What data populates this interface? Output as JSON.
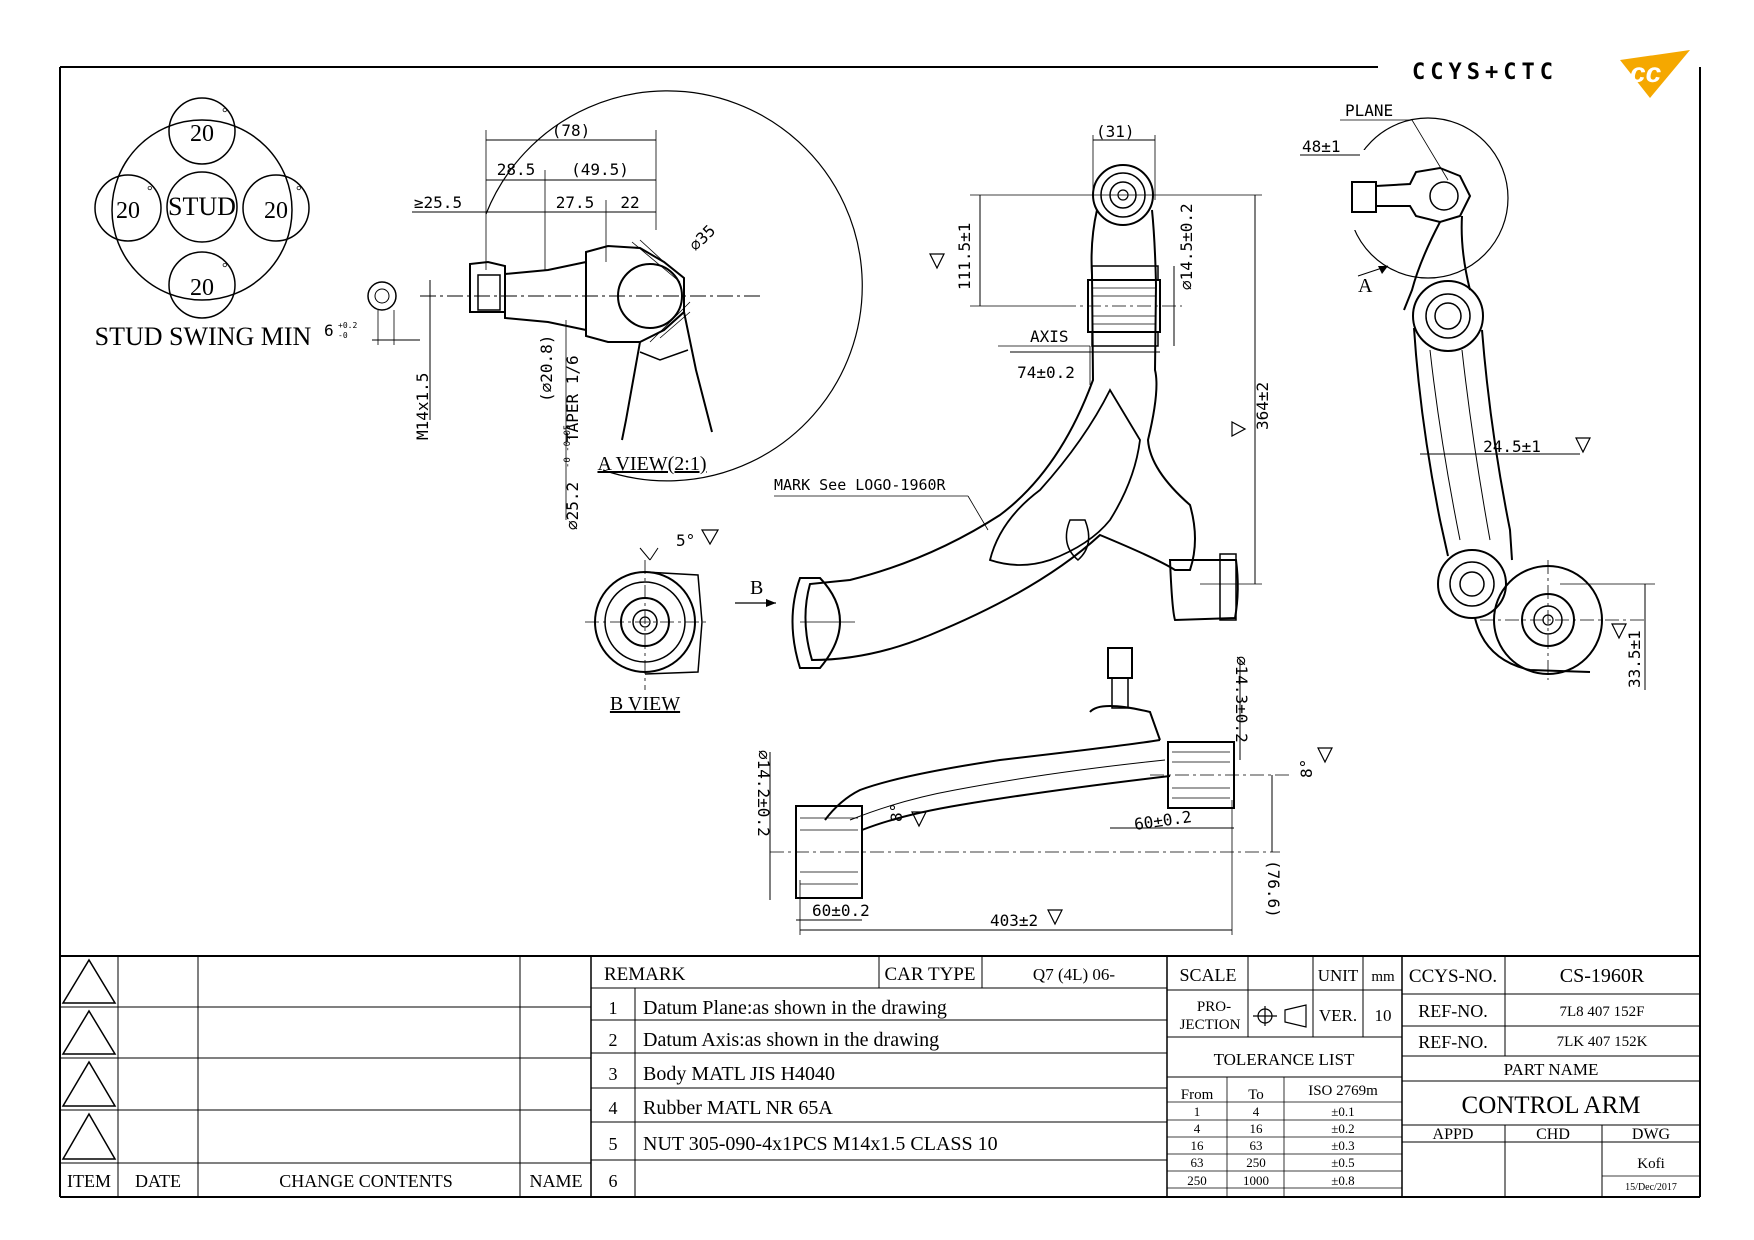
{
  "logo": {
    "text": "CCYS+CTC",
    "accent_color": "#f5a800"
  },
  "stud_swing": {
    "title": "STUD SWING MIN",
    "center": "STUD",
    "top": "20",
    "left": "20",
    "right": "20",
    "bottom": "20",
    "degree": "°"
  },
  "a_view": {
    "label": "A VIEW(2:1)",
    "dims": {
      "d78": "(78)",
      "d28_5": "28.5",
      "d49_5": "(49.5)",
      "d25_5": "≥25.5",
      "d27_5": "27.5",
      "d22": "22",
      "d35": "∅35",
      "d6": "6",
      "d6_tol_up": "+0.2",
      "d6_tol_dn": "-0",
      "m14": "M14x1.5",
      "d20_8": "(∅20.8)",
      "taper": "TAPER 1/6",
      "d25_2": "∅25.2",
      "d25_2_tol": "-0 -0.05"
    }
  },
  "b_view": {
    "label": "B VIEW",
    "angle": "5°",
    "arrow": "B"
  },
  "top_view": {
    "dims": {
      "d31": "(31)",
      "d111_5": "111.5±1",
      "d14_5": "∅14.5±0.2",
      "axis": "AXIS",
      "d74": "74±0.2",
      "d364": "364±2",
      "mark": "MARK See LOGO-1960R"
    }
  },
  "side_view": {
    "dims": {
      "plane": "PLANE",
      "d48": "48±1",
      "a": "A",
      "d24_5": "24.5±1",
      "d33_5": "33.5±1"
    }
  },
  "front_view": {
    "dims": {
      "d14_3": "∅14.3±0.2",
      "d14_2": "∅14.2±0.2",
      "d8a": "8°",
      "d8b": "8°",
      "d60a": "60±0.2",
      "d60b": "60±0.2",
      "d76_6": "(76.6)",
      "d403": "403±2"
    }
  },
  "title_block": {
    "revision_headers": {
      "item": "ITEM",
      "date": "DATE",
      "change": "CHANGE CONTENTS",
      "name": "NAME"
    },
    "remark_label": "REMARK",
    "car_type_label": "CAR TYPE",
    "car_type_value": "Q7 (4L) 06-",
    "remarks": [
      {
        "n": "1",
        "text": "Datum Plane:as shown in the drawing"
      },
      {
        "n": "2",
        "text": "Datum Axis:as shown in the drawing"
      },
      {
        "n": "3",
        "text": "Body MATL JIS H4040"
      },
      {
        "n": "4",
        "text": "Rubber MATL NR 65A"
      },
      {
        "n": "5",
        "text": "NUT 305-090-4x1PCS M14x1.5 CLASS 10"
      },
      {
        "n": "6",
        "text": ""
      }
    ],
    "scale_label": "SCALE",
    "unit_label": "UNIT",
    "unit_value": "mm",
    "projection_label_1": "PRO-",
    "projection_label_2": "JECTION",
    "ver_label": "VER.",
    "ver_value": "10",
    "tolerance_title": "TOLERANCE LIST",
    "tolerance_headers": {
      "from": "From",
      "to": "To",
      "iso": "ISO 2769m"
    },
    "tolerances": [
      {
        "from": "1",
        "to": "4",
        "tol": "±0.1"
      },
      {
        "from": "4",
        "to": "16",
        "tol": "±0.2"
      },
      {
        "from": "16",
        "to": "63",
        "tol": "±0.3"
      },
      {
        "from": "63",
        "to": "250",
        "tol": "±0.5"
      },
      {
        "from": "250",
        "to": "1000",
        "tol": "±0.8"
      }
    ],
    "ccys_no_label": "CCYS-NO.",
    "ccys_no_value": "CS-1960R",
    "ref_label": "REF-NO.",
    "ref_values": [
      "7L8 407 152F",
      "7LK 407 152K"
    ],
    "part_name_label": "PART NAME",
    "part_name_value": "CONTROL ARM",
    "appd_label": "APPD",
    "chd_label": "CHD",
    "dwg_label": "DWG",
    "dwg_name": "Kofi",
    "dwg_date": "15/Dec/2017"
  }
}
